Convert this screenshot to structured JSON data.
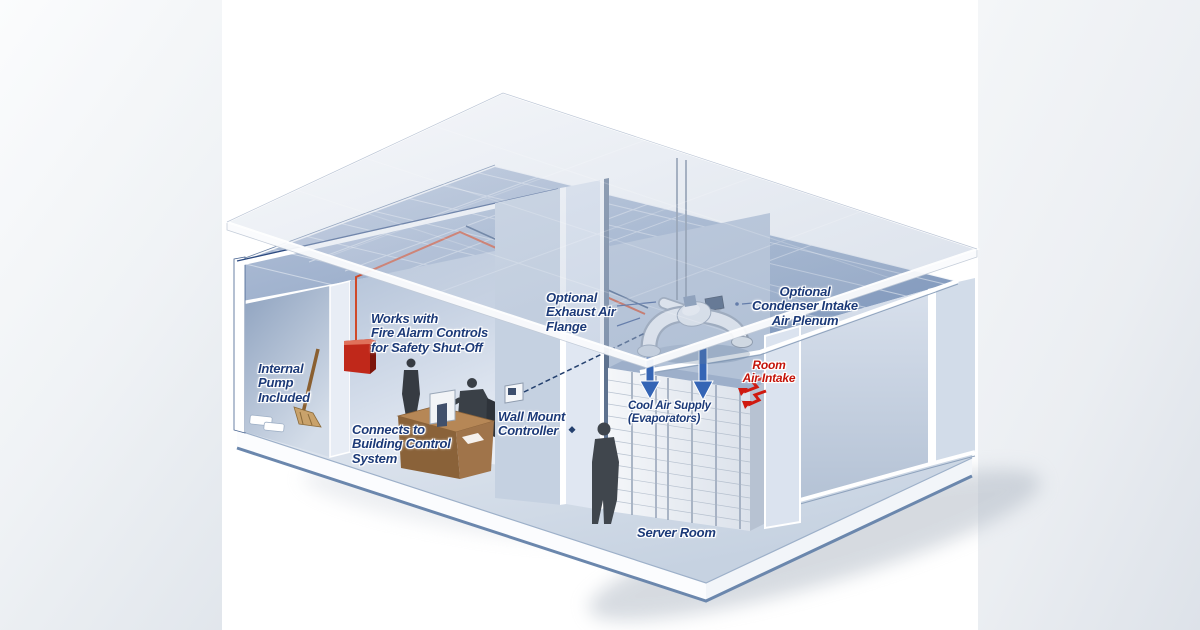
{
  "diagram": {
    "labels": {
      "internal_pump": "Internal\nPump\nIncluded",
      "fire_alarm": "Works with\nFire Alarm Controls\nfor Safety Shut-Off",
      "building_control": "Connects to\nBuilding Control\nSystem",
      "wall_mount": "Wall Mount\nController",
      "exhaust": "Optional\nExhaust Air\nFlange",
      "condenser": "Optional\nCondenser Intake\nAir Plenum",
      "cool_air": "Cool Air Supply\n(Evaporators)",
      "room_air": "Room\nAir Intake",
      "server_room": "Server Room"
    },
    "colors": {
      "label_navy": "#1c3a78",
      "label_red": "#c41309",
      "alarm_red": "#c0281a",
      "cool_air_blue": "#3565b5",
      "ceiling_blue": "#8ba1c2",
      "roof_tint": "#c7d2e2",
      "wire_red": "#cf4a2a",
      "wire_blue": "#35527e"
    }
  }
}
